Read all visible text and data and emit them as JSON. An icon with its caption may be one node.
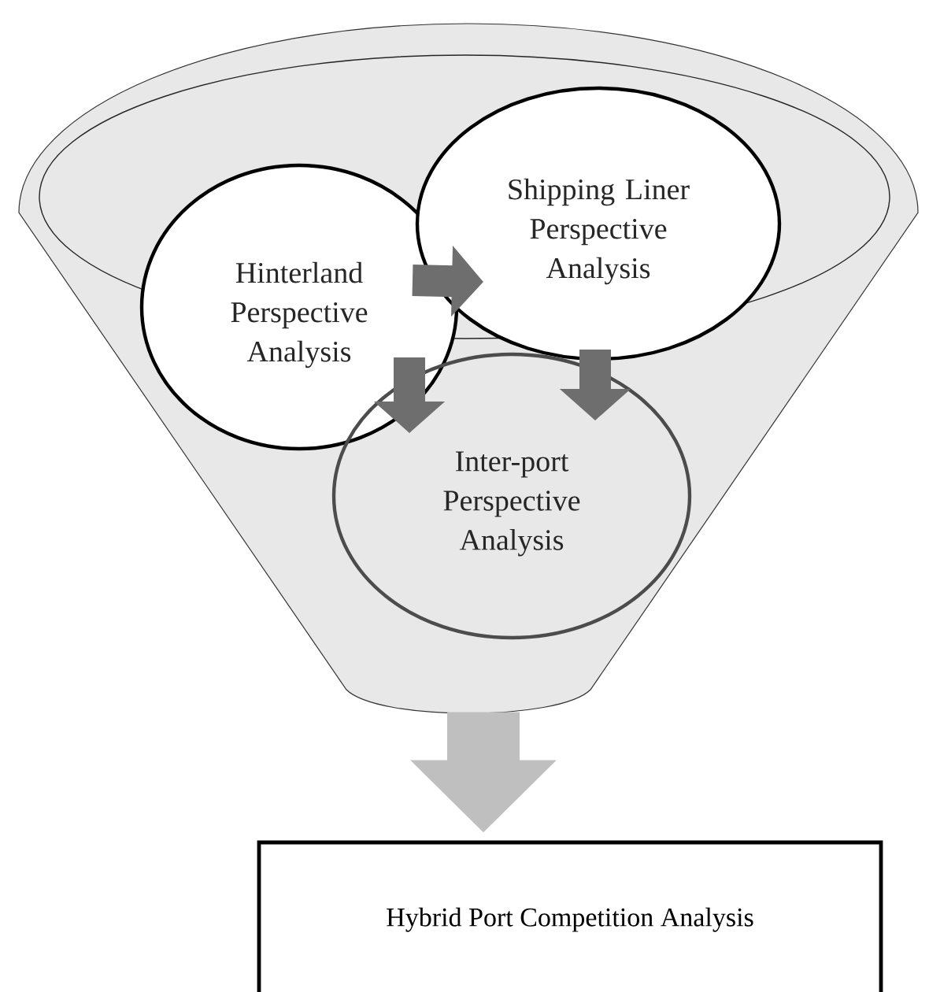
{
  "diagram": {
    "nodes": [
      {
        "text": [],
        "shape": "funnel"
      },
      {
        "text": [
          "Hinterland Perspective Analysis"
        ],
        "in": 0
      },
      {
        "text": [
          "Shipping Liner Perspective Analysis"
        ],
        "in": 0
      },
      {
        "text": [
          "Inter-port Perspective Analysis"
        ],
        "in": 0
      },
      {
        "text": [
          "Hybrid Port Competition Analysis"
        ]
      }
    ],
    "edges": [
      {
        "from": 1,
        "to": 2,
        "arrow": "to"
      },
      {
        "from": 1,
        "to": 3,
        "arrow": "to"
      },
      {
        "from": 2,
        "to": 3,
        "arrow": "to"
      },
      {
        "from": 0,
        "to": 4,
        "arrow": "to",
        "style": "thick",
        "color": "#bfbfbf"
      }
    ]
  }
}
